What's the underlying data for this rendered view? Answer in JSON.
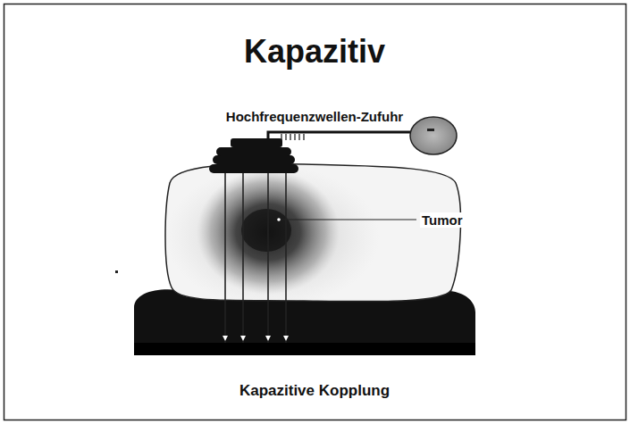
{
  "diagram": {
    "title": "Kapazitiv",
    "caption": "Kapazitive Kopplung",
    "labels": [
      "Hochfrequenzwellen-Zufuhr",
      "Tumor"
    ]
  }
}
